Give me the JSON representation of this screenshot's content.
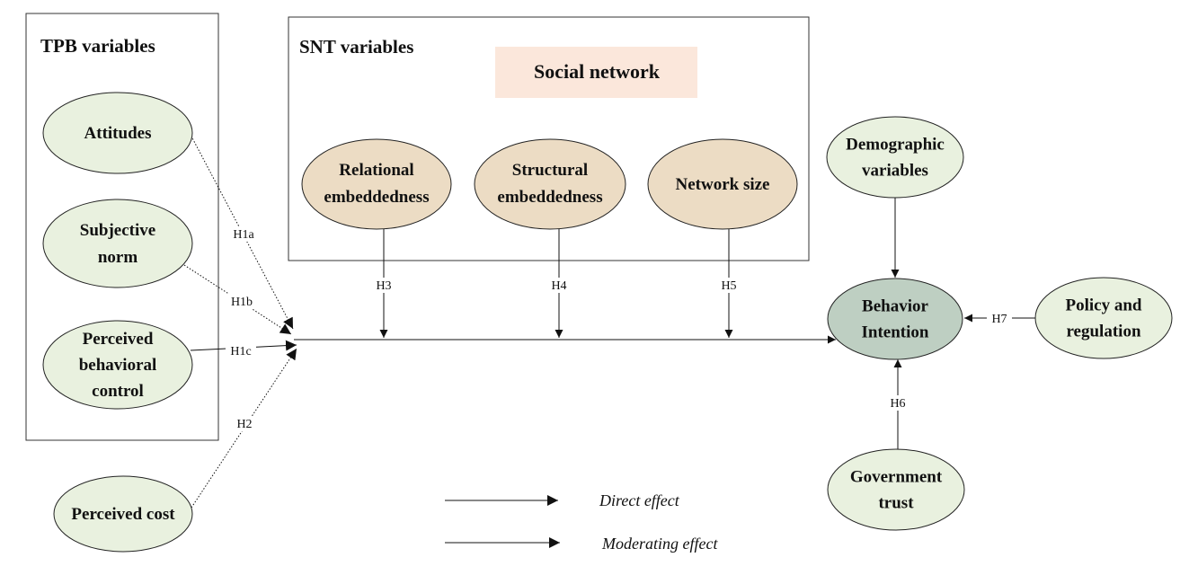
{
  "tpb": {
    "title": "TPB variables",
    "attitudes": [
      "Attitudes"
    ],
    "subjective_norm": [
      "Subjective",
      "norm"
    ],
    "pbc": [
      "Perceived",
      "behavioral",
      "control"
    ]
  },
  "snt": {
    "title": "SNT variables",
    "social_network": "Social network",
    "relational": [
      "Relational",
      "embeddedness"
    ],
    "structural": [
      "Structural",
      "embeddedness"
    ],
    "network_size": [
      "Network size"
    ]
  },
  "perceived_cost": [
    "Perceived cost"
  ],
  "demographic": [
    "Demographic",
    "variables"
  ],
  "behavior_intention": [
    "Behavior",
    "Intention"
  ],
  "policy": [
    "Policy and",
    "regulation"
  ],
  "government_trust": [
    "Government",
    "trust"
  ],
  "hypotheses": {
    "h1a": "H1a",
    "h1b": "H1b",
    "h1c": "H1c",
    "h2": "H2",
    "h3": "H3",
    "h4": "H4",
    "h5": "H5",
    "h6": "H6",
    "h7": "H7"
  },
  "legend": {
    "direct": "Direct effect",
    "moderating": "Moderating effect"
  }
}
